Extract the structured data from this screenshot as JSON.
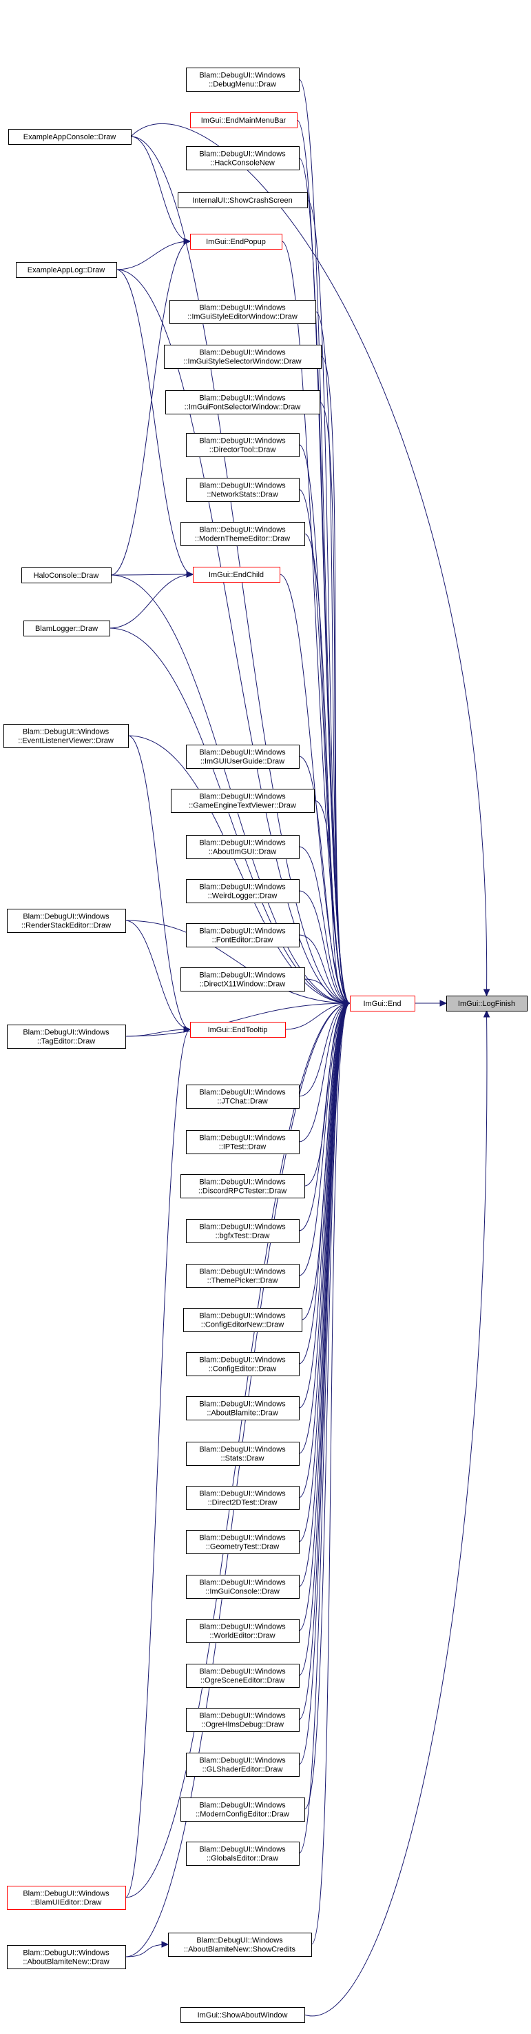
{
  "diagram": {
    "nodes": [
      {
        "id": "n_logfinish",
        "lines": [
          "ImGui::LogFinish"
        ],
        "style": "grey"
      },
      {
        "id": "n_end",
        "lines": [
          "ImGui::End"
        ],
        "style": "red"
      },
      {
        "id": "n_endpopup",
        "lines": [
          "ImGui::EndPopup"
        ],
        "style": "red"
      },
      {
        "id": "n_endchild",
        "lines": [
          "ImGui::EndChild"
        ],
        "style": "red"
      },
      {
        "id": "n_endtooltip",
        "lines": [
          "ImGui::EndTooltip"
        ],
        "style": "red"
      },
      {
        "id": "n_endmainmenubar",
        "lines": [
          "ImGui::EndMainMenuBar"
        ],
        "style": "red"
      },
      {
        "id": "n_exampleappconsole",
        "lines": [
          "ExampleAppConsole::Draw"
        ],
        "style": "normal"
      },
      {
        "id": "n_exampleapplog",
        "lines": [
          "ExampleAppLog::Draw"
        ],
        "style": "normal"
      },
      {
        "id": "n_haloconsole",
        "lines": [
          "HaloConsole::Draw"
        ],
        "style": "normal"
      },
      {
        "id": "n_blamlogger",
        "lines": [
          "BlamLogger::Draw"
        ],
        "style": "normal"
      },
      {
        "id": "n_eventlistener",
        "lines": [
          "Blam::DebugUI::Windows",
          "::EventListenerViewer::Draw"
        ],
        "style": "normal"
      },
      {
        "id": "n_renderstack",
        "lines": [
          "Blam::DebugUI::Windows",
          "::RenderStackEditor::Draw"
        ],
        "style": "normal"
      },
      {
        "id": "n_tageditor",
        "lines": [
          "Blam::DebugUI::Windows",
          "::TagEditor::Draw"
        ],
        "style": "normal"
      },
      {
        "id": "n_blamuieditor",
        "lines": [
          "Blam::DebugUI::Windows",
          "::BlamUIEditor::Draw"
        ],
        "style": "red"
      },
      {
        "id": "n_aboutblamitenew",
        "lines": [
          "Blam::DebugUI::Windows",
          "::AboutBlamiteNew::Draw"
        ],
        "style": "normal"
      },
      {
        "id": "n_debugmenu",
        "lines": [
          "Blam::DebugUI::Windows",
          "::DebugMenu::Draw"
        ],
        "style": "normal"
      },
      {
        "id": "n_hackconsolenew",
        "lines": [
          "Blam::DebugUI::Windows",
          "::HackConsoleNew"
        ],
        "style": "normal"
      },
      {
        "id": "n_showcrashscreen",
        "lines": [
          "InternalUI::ShowCrashScreen"
        ],
        "style": "normal"
      },
      {
        "id": "n_imguistyleeditor",
        "lines": [
          "Blam::DebugUI::Windows",
          "::ImGuiStyleEditorWindow::Draw"
        ],
        "style": "normal"
      },
      {
        "id": "n_imguistyleselector",
        "lines": [
          "Blam::DebugUI::Windows",
          "::ImGuiStyleSelectorWindow::Draw"
        ],
        "style": "normal"
      },
      {
        "id": "n_imguifontselector",
        "lines": [
          "Blam::DebugUI::Windows",
          "::ImGuiFontSelectorWindow::Draw"
        ],
        "style": "normal"
      },
      {
        "id": "n_directortool",
        "lines": [
          "Blam::DebugUI::Windows",
          "::DirectorTool::Draw"
        ],
        "style": "normal"
      },
      {
        "id": "n_networkstats",
        "lines": [
          "Blam::DebugUI::Windows",
          "::NetworkStats::Draw"
        ],
        "style": "normal"
      },
      {
        "id": "n_modernthemeeditor",
        "lines": [
          "Blam::DebugUI::Windows",
          "::ModernThemeEditor::Draw"
        ],
        "style": "normal"
      },
      {
        "id": "n_imguiuserguide",
        "lines": [
          "Blam::DebugUI::Windows",
          "::ImGUIUserGuide::Draw"
        ],
        "style": "normal"
      },
      {
        "id": "n_gameenginetextviewer",
        "lines": [
          "Blam::DebugUI::Windows",
          "::GameEngineTextViewer::Draw"
        ],
        "style": "normal"
      },
      {
        "id": "n_aboutimgui",
        "lines": [
          "Blam::DebugUI::Windows",
          "::AboutImGUI::Draw"
        ],
        "style": "normal"
      },
      {
        "id": "n_weirdlogger",
        "lines": [
          "Blam::DebugUI::Windows",
          "::WeirdLogger::Draw"
        ],
        "style": "normal"
      },
      {
        "id": "n_fonteditor",
        "lines": [
          "Blam::DebugUI::Windows",
          "::FontEditor::Draw"
        ],
        "style": "normal"
      },
      {
        "id": "n_directx11window",
        "lines": [
          "Blam::DebugUI::Windows",
          "::DirectX11Window::Draw"
        ],
        "style": "normal"
      },
      {
        "id": "n_jtchat",
        "lines": [
          "Blam::DebugUI::Windows",
          "::JTChat::Draw"
        ],
        "style": "normal"
      },
      {
        "id": "n_iptest",
        "lines": [
          "Blam::DebugUI::Windows",
          "::IPTest::Draw"
        ],
        "style": "normal"
      },
      {
        "id": "n_discordrpctester",
        "lines": [
          "Blam::DebugUI::Windows",
          "::DiscordRPCTester::Draw"
        ],
        "style": "normal"
      },
      {
        "id": "n_bgfxtest",
        "lines": [
          "Blam::DebugUI::Windows",
          "::bgfxTest::Draw"
        ],
        "style": "normal"
      },
      {
        "id": "n_themepicker",
        "lines": [
          "Blam::DebugUI::Windows",
          "::ThemePicker::Draw"
        ],
        "style": "normal"
      },
      {
        "id": "n_configeditornew",
        "lines": [
          "Blam::DebugUI::Windows",
          "::ConfigEditorNew::Draw"
        ],
        "style": "normal"
      },
      {
        "id": "n_configeditor",
        "lines": [
          "Blam::DebugUI::Windows",
          "::ConfigEditor::Draw"
        ],
        "style": "normal"
      },
      {
        "id": "n_aboutblamite",
        "lines": [
          "Blam::DebugUI::Windows",
          "::AboutBlamite::Draw"
        ],
        "style": "normal"
      },
      {
        "id": "n_stats",
        "lines": [
          "Blam::DebugUI::Windows",
          "::Stats::Draw"
        ],
        "style": "normal"
      },
      {
        "id": "n_direct2dtest",
        "lines": [
          "Blam::DebugUI::Windows",
          "::Direct2DTest::Draw"
        ],
        "style": "normal"
      },
      {
        "id": "n_geometrytest",
        "lines": [
          "Blam::DebugUI::Windows",
          "::GeometryTest::Draw"
        ],
        "style": "normal"
      },
      {
        "id": "n_imguiconsole",
        "lines": [
          "Blam::DebugUI::Windows",
          "::ImGuiConsole::Draw"
        ],
        "style": "normal"
      },
      {
        "id": "n_worldeditor",
        "lines": [
          "Blam::DebugUI::Windows",
          "::WorldEditor::Draw"
        ],
        "style": "normal"
      },
      {
        "id": "n_ogresceneeditor",
        "lines": [
          "Blam::DebugUI::Windows",
          "::OgreSceneEditor::Draw"
        ],
        "style": "normal"
      },
      {
        "id": "n_ogrehlmsdebug",
        "lines": [
          "Blam::DebugUI::Windows",
          "::OgreHlmsDebug::Draw"
        ],
        "style": "normal"
      },
      {
        "id": "n_glshadereditor",
        "lines": [
          "Blam::DebugUI::Windows",
          "::GLShaderEditor::Draw"
        ],
        "style": "normal"
      },
      {
        "id": "n_modernconfigeditor",
        "lines": [
          "Blam::DebugUI::Windows",
          "::ModernConfigEditor::Draw"
        ],
        "style": "normal"
      },
      {
        "id": "n_globalseditor",
        "lines": [
          "Blam::DebugUI::Windows",
          "::GlobalsEditor::Draw"
        ],
        "style": "normal"
      },
      {
        "id": "n_showcredits",
        "lines": [
          "Blam::DebugUI::Windows",
          "::AboutBlamiteNew::ShowCredits"
        ],
        "style": "normal"
      },
      {
        "id": "n_showaboutwindow",
        "lines": [
          "ImGui::ShowAboutWindow"
        ],
        "style": "normal"
      }
    ],
    "edges": [
      {
        "from": "n_end",
        "to": "n_logfinish"
      },
      {
        "from": "n_exampleappconsole",
        "to": "n_logfinish"
      },
      {
        "from": "n_exampleappconsole",
        "to": "n_end"
      },
      {
        "from": "n_exampleappconsole",
        "to": "n_endpopup"
      },
      {
        "from": "n_exampleapplog",
        "to": "n_endpopup"
      },
      {
        "from": "n_exampleapplog",
        "to": "n_end"
      },
      {
        "from": "n_exampleapplog",
        "to": "n_endchild"
      },
      {
        "from": "n_haloconsole",
        "to": "n_endpopup"
      },
      {
        "from": "n_haloconsole",
        "to": "n_endchild"
      },
      {
        "from": "n_haloconsole",
        "to": "n_end"
      },
      {
        "from": "n_blamlogger",
        "to": "n_endchild"
      },
      {
        "from": "n_blamlogger",
        "to": "n_end"
      },
      {
        "from": "n_eventlistener",
        "to": "n_end"
      },
      {
        "from": "n_eventlistener",
        "to": "n_endtooltip"
      },
      {
        "from": "n_renderstack",
        "to": "n_end"
      },
      {
        "from": "n_renderstack",
        "to": "n_endtooltip"
      },
      {
        "from": "n_tageditor",
        "to": "n_endtooltip"
      },
      {
        "from": "n_tageditor",
        "to": "n_end"
      },
      {
        "from": "n_blamuieditor",
        "to": "n_endtooltip"
      },
      {
        "from": "n_blamuieditor",
        "to": "n_end"
      },
      {
        "from": "n_aboutblamitenew",
        "to": "n_showcredits"
      },
      {
        "from": "n_aboutblamitenew",
        "to": "n_end"
      },
      {
        "from": "n_showcredits",
        "to": "n_end"
      },
      {
        "from": "n_showaboutwindow",
        "to": "n_logfinish"
      },
      {
        "from": "n_endpopup",
        "to": "n_end"
      },
      {
        "from": "n_endchild",
        "to": "n_end"
      },
      {
        "from": "n_endtooltip",
        "to": "n_end"
      },
      {
        "from": "n_endmainmenubar",
        "to": "n_end"
      },
      {
        "from": "n_debugmenu",
        "to": "n_end"
      },
      {
        "from": "n_hackconsolenew",
        "to": "n_end"
      },
      {
        "from": "n_showcrashscreen",
        "to": "n_end"
      },
      {
        "from": "n_imguistyleeditor",
        "to": "n_end"
      },
      {
        "from": "n_imguistyleselector",
        "to": "n_end"
      },
      {
        "from": "n_imguifontselector",
        "to": "n_end"
      },
      {
        "from": "n_directortool",
        "to": "n_end"
      },
      {
        "from": "n_networkstats",
        "to": "n_end"
      },
      {
        "from": "n_modernthemeeditor",
        "to": "n_end"
      },
      {
        "from": "n_imguiuserguide",
        "to": "n_end"
      },
      {
        "from": "n_gameenginetextviewer",
        "to": "n_end"
      },
      {
        "from": "n_aboutimgui",
        "to": "n_end"
      },
      {
        "from": "n_weirdlogger",
        "to": "n_end"
      },
      {
        "from": "n_fonteditor",
        "to": "n_end"
      },
      {
        "from": "n_directx11window",
        "to": "n_end"
      },
      {
        "from": "n_jtchat",
        "to": "n_end"
      },
      {
        "from": "n_iptest",
        "to": "n_end"
      },
      {
        "from": "n_discordrpctester",
        "to": "n_end"
      },
      {
        "from": "n_bgfxtest",
        "to": "n_end"
      },
      {
        "from": "n_themepicker",
        "to": "n_end"
      },
      {
        "from": "n_configeditornew",
        "to": "n_end"
      },
      {
        "from": "n_configeditor",
        "to": "n_end"
      },
      {
        "from": "n_aboutblamite",
        "to": "n_end"
      },
      {
        "from": "n_stats",
        "to": "n_end"
      },
      {
        "from": "n_direct2dtest",
        "to": "n_end"
      },
      {
        "from": "n_geometrytest",
        "to": "n_end"
      },
      {
        "from": "n_imguiconsole",
        "to": "n_end"
      },
      {
        "from": "n_worldeditor",
        "to": "n_end"
      },
      {
        "from": "n_ogresceneeditor",
        "to": "n_end"
      },
      {
        "from": "n_ogrehlmsdebug",
        "to": "n_end"
      },
      {
        "from": "n_glshadereditor",
        "to": "n_end"
      },
      {
        "from": "n_modernconfigeditor",
        "to": "n_end"
      },
      {
        "from": "n_globalseditor",
        "to": "n_end"
      }
    ],
    "colors": {
      "edge": "#191970",
      "highlight_border": "#ff0000",
      "focus_fill": "#bfbfbf",
      "node_border": "#000000"
    }
  }
}
